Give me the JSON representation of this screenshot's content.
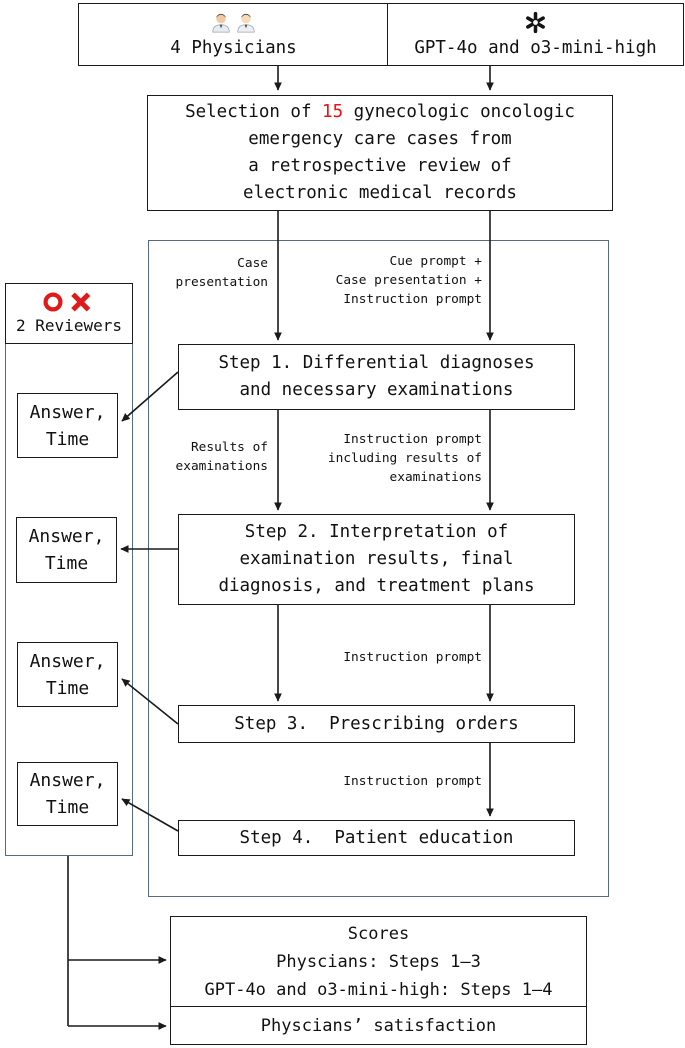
{
  "top": {
    "physicians": {
      "icon": "physicians-icon",
      "label": "4 Physicians"
    },
    "model": {
      "icon": "openai-logo-icon",
      "label": "GPT-4o and o3-mini-high"
    }
  },
  "selection": {
    "prefix": "Selection of ",
    "count": "15",
    "suffix": " gynecologic oncologic\nemergency care cases from\na retrospective review of\nelectronic medical records"
  },
  "reviewers": {
    "symbol": "OX",
    "label": "2 Reviewers",
    "answer_boxes": [
      "Answer,\nTime",
      "Answer,\nTime",
      "Answer,\nTime",
      "Answer,\nTime"
    ]
  },
  "flow": {
    "edge_labels": {
      "case_presentation": "Case\npresentation",
      "cue_prompt": "Cue prompt +\nCase presentation +\nInstruction prompt",
      "results_of_examinations": "Results of\nexaminations",
      "instruction_with_results": "Instruction prompt\nincluding results of\nexaminations",
      "instruction_step3": "Instruction prompt",
      "instruction_step4": "Instruction prompt"
    },
    "steps": [
      "Step 1. Differential diagnoses\nand necessary examinations",
      "Step 2. Interpretation of\nexamination results, final\ndiagnosis, and treatment plans",
      "Step 3.  Prescribing orders",
      "Step 4.  Patient education"
    ]
  },
  "outputs": {
    "scores": "Scores\nPhyscians: Steps 1–3\nGPT-4o and o3-mini-high: Steps 1–4",
    "satisfaction": "Physcians’ satisfaction"
  },
  "colors": {
    "highlight_red": "#ee1111",
    "reviewer_red": "#e01a1a",
    "container_border": "#566b7e",
    "line_black": "#1a1a1a"
  }
}
